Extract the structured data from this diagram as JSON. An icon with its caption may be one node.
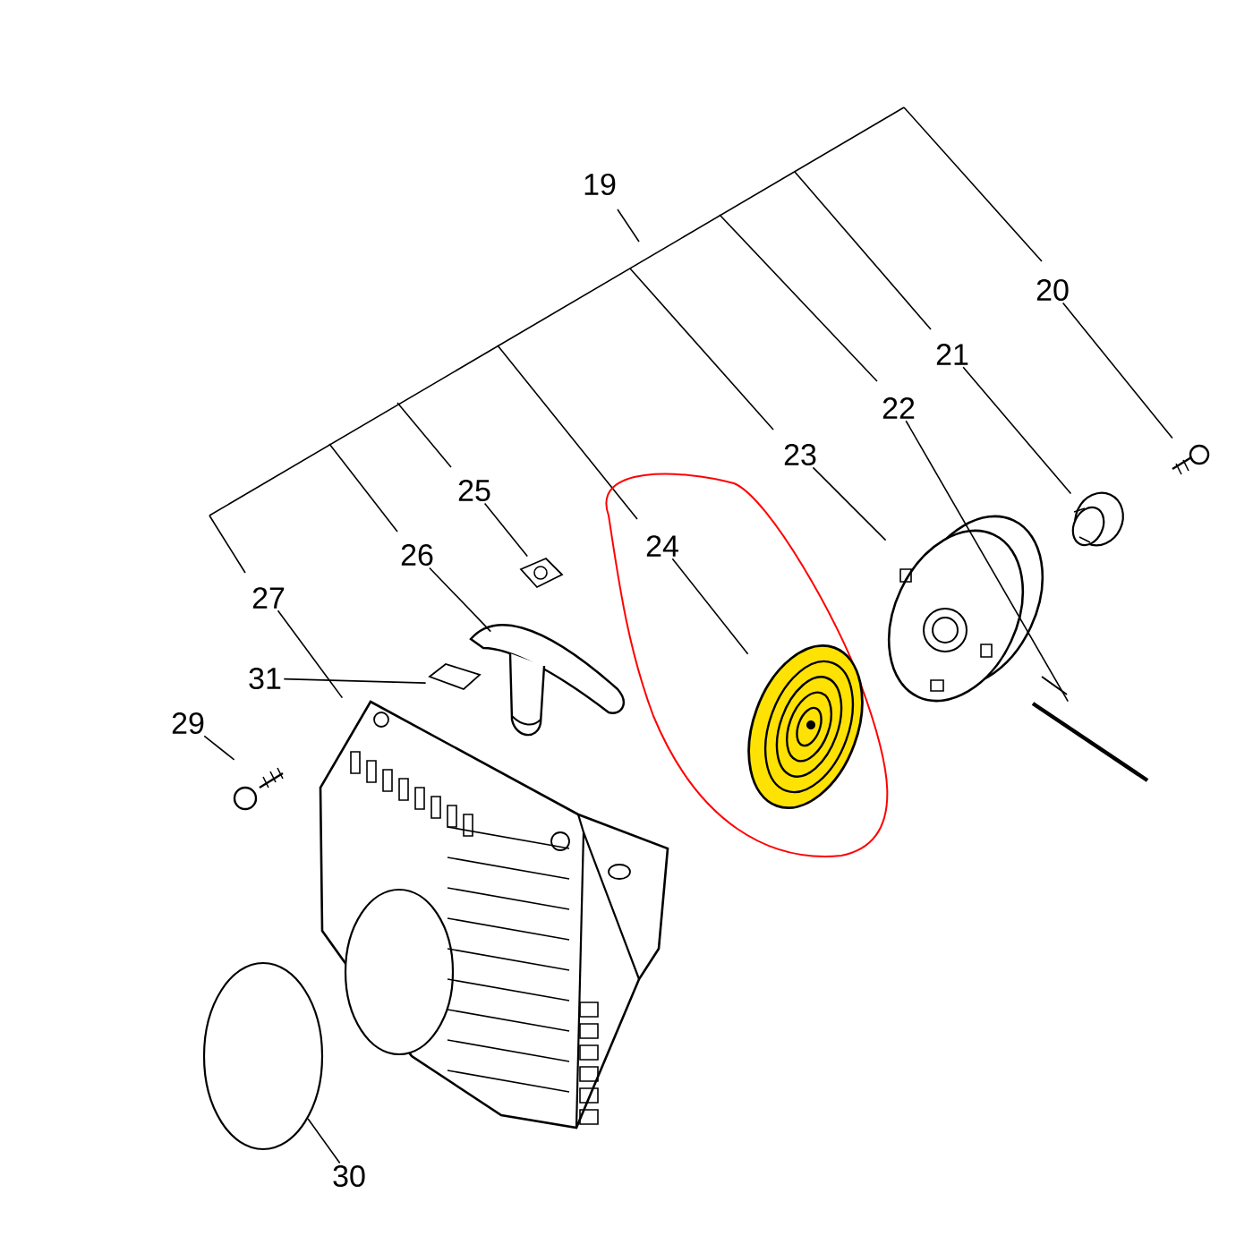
{
  "diagram": {
    "nodes": [
      {
        "text": [
          "20"
        ]
      },
      {
        "text": [
          "21"
        ]
      },
      {
        "text": [
          "22"
        ]
      },
      {
        "text": [
          "23"
        ]
      },
      {
        "text": [
          "24"
        ]
      },
      {
        "text": [
          "25"
        ]
      },
      {
        "text": [
          "26"
        ]
      },
      {
        "text": [
          "27"
        ]
      },
      {
        "text": [
          "31"
        ]
      },
      {
        "text": [
          "29"
        ]
      },
      {
        "text": [
          "30"
        ]
      },
      {
        "text": [],
        "shape": "picture"
      },
      {
        "text": [],
        "shape": "picture"
      },
      {
        "text": [],
        "shape": "picture"
      },
      {
        "text": [],
        "shape": "picture"
      },
      {
        "text": [],
        "shape": "picture"
      },
      {
        "text": [],
        "shape": "picture"
      },
      {
        "text": [],
        "shape": "picture"
      },
      {
        "text": [],
        "shape": "picture"
      },
      {
        "text": [],
        "shape": "picture"
      },
      {
        "text": [],
        "shape": "picture"
      },
      {
        "text": [],
        "shape": "circle"
      }
    ],
    "edges": [
      {
        "from": 0,
        "to": 11,
        "arrow": "none"
      },
      {
        "from": 1,
        "to": 12,
        "arrow": "none"
      },
      {
        "from": 2,
        "to": 14,
        "arrow": "none"
      },
      {
        "from": 3,
        "to": 13,
        "arrow": "none"
      },
      {
        "from": 4,
        "to": 15,
        "arrow": "none"
      },
      {
        "from": 5,
        "to": 16,
        "arrow": "none"
      },
      {
        "from": 6,
        "to": 17,
        "arrow": "none"
      },
      {
        "from": 7,
        "to": 19,
        "arrow": "none"
      },
      {
        "from": 8,
        "to": 18,
        "arrow": "none"
      },
      {
        "from": 9,
        "to": 20,
        "arrow": "none"
      },
      {
        "from": 10,
        "to": 21,
        "arrow": "none"
      }
    ],
    "labels": [
      "19"
    ]
  }
}
